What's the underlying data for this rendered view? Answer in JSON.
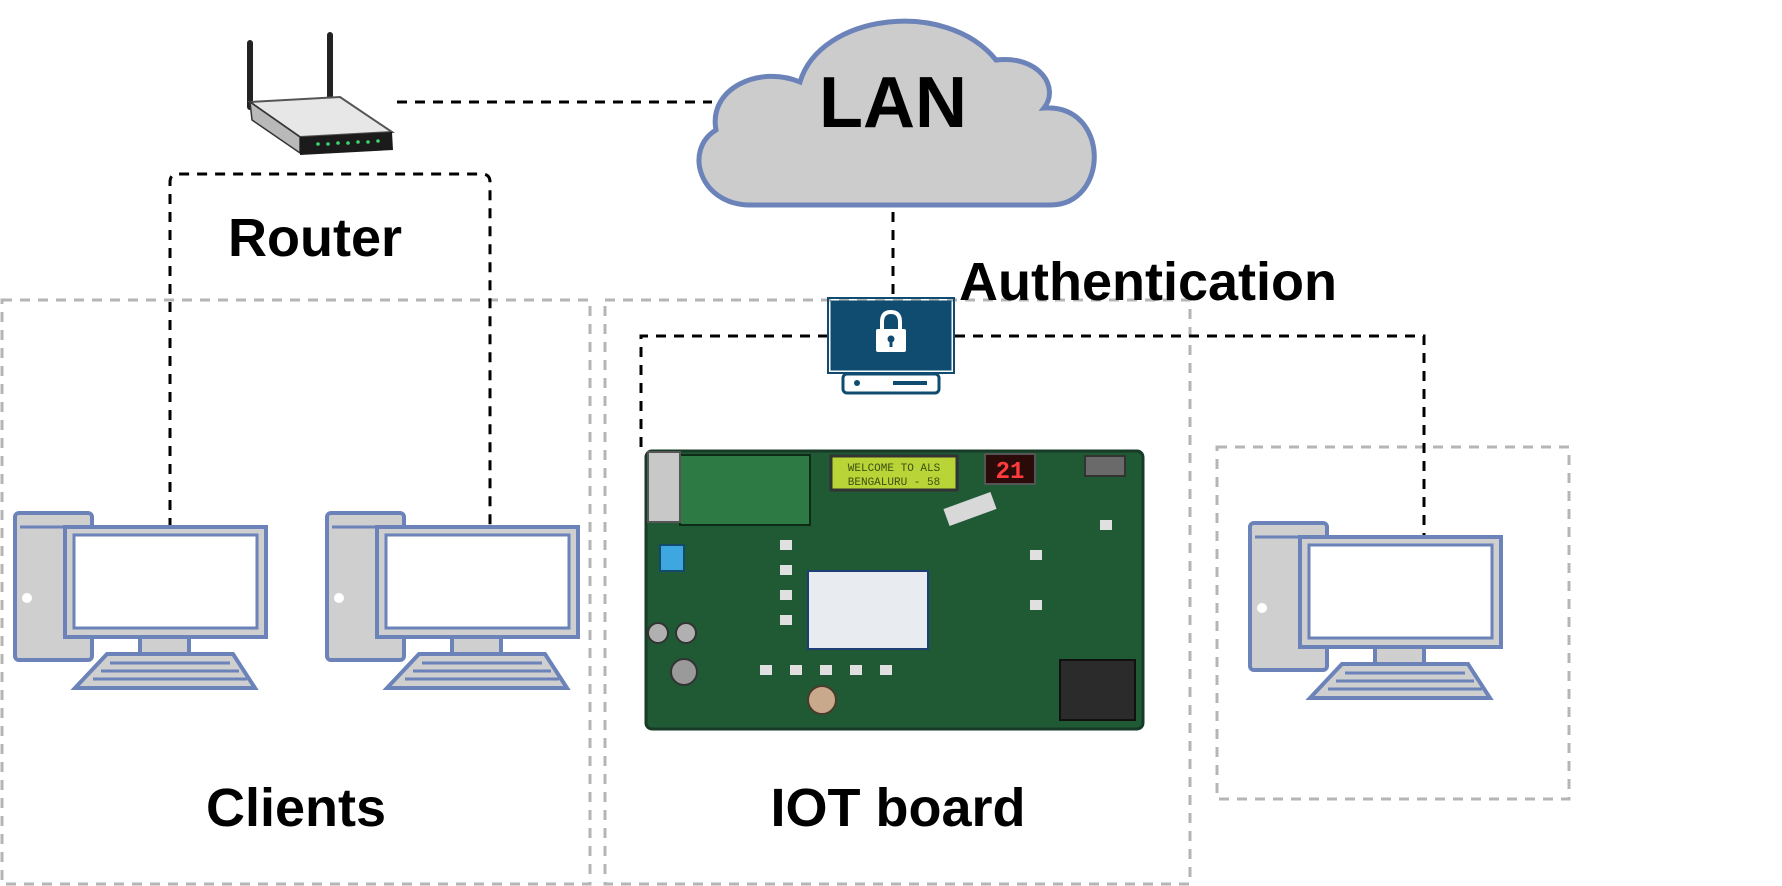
{
  "labels": {
    "cloud": "LAN",
    "router": "Router",
    "authentication": "Authentication",
    "clients": "Clients",
    "iot_board": "IOT board"
  },
  "board_display": {
    "lcd_line1": "WELCOME TO ALS",
    "lcd_line2": "BENGALURU - 58",
    "seven_segment": "21"
  },
  "icons": {
    "router": "wireless-router-icon",
    "lock_terminal": "lock-terminal-icon",
    "desktop": "desktop-computer-icon",
    "board": "iot-board-image"
  },
  "colors": {
    "cloud_fill": "#cccccc",
    "outline_blue": "#6b83b9",
    "terminal_blue": "#0f4c6f",
    "board_green": "#1f5a35",
    "zone_gray": "#b5b5b5",
    "link_black": "#000000"
  }
}
